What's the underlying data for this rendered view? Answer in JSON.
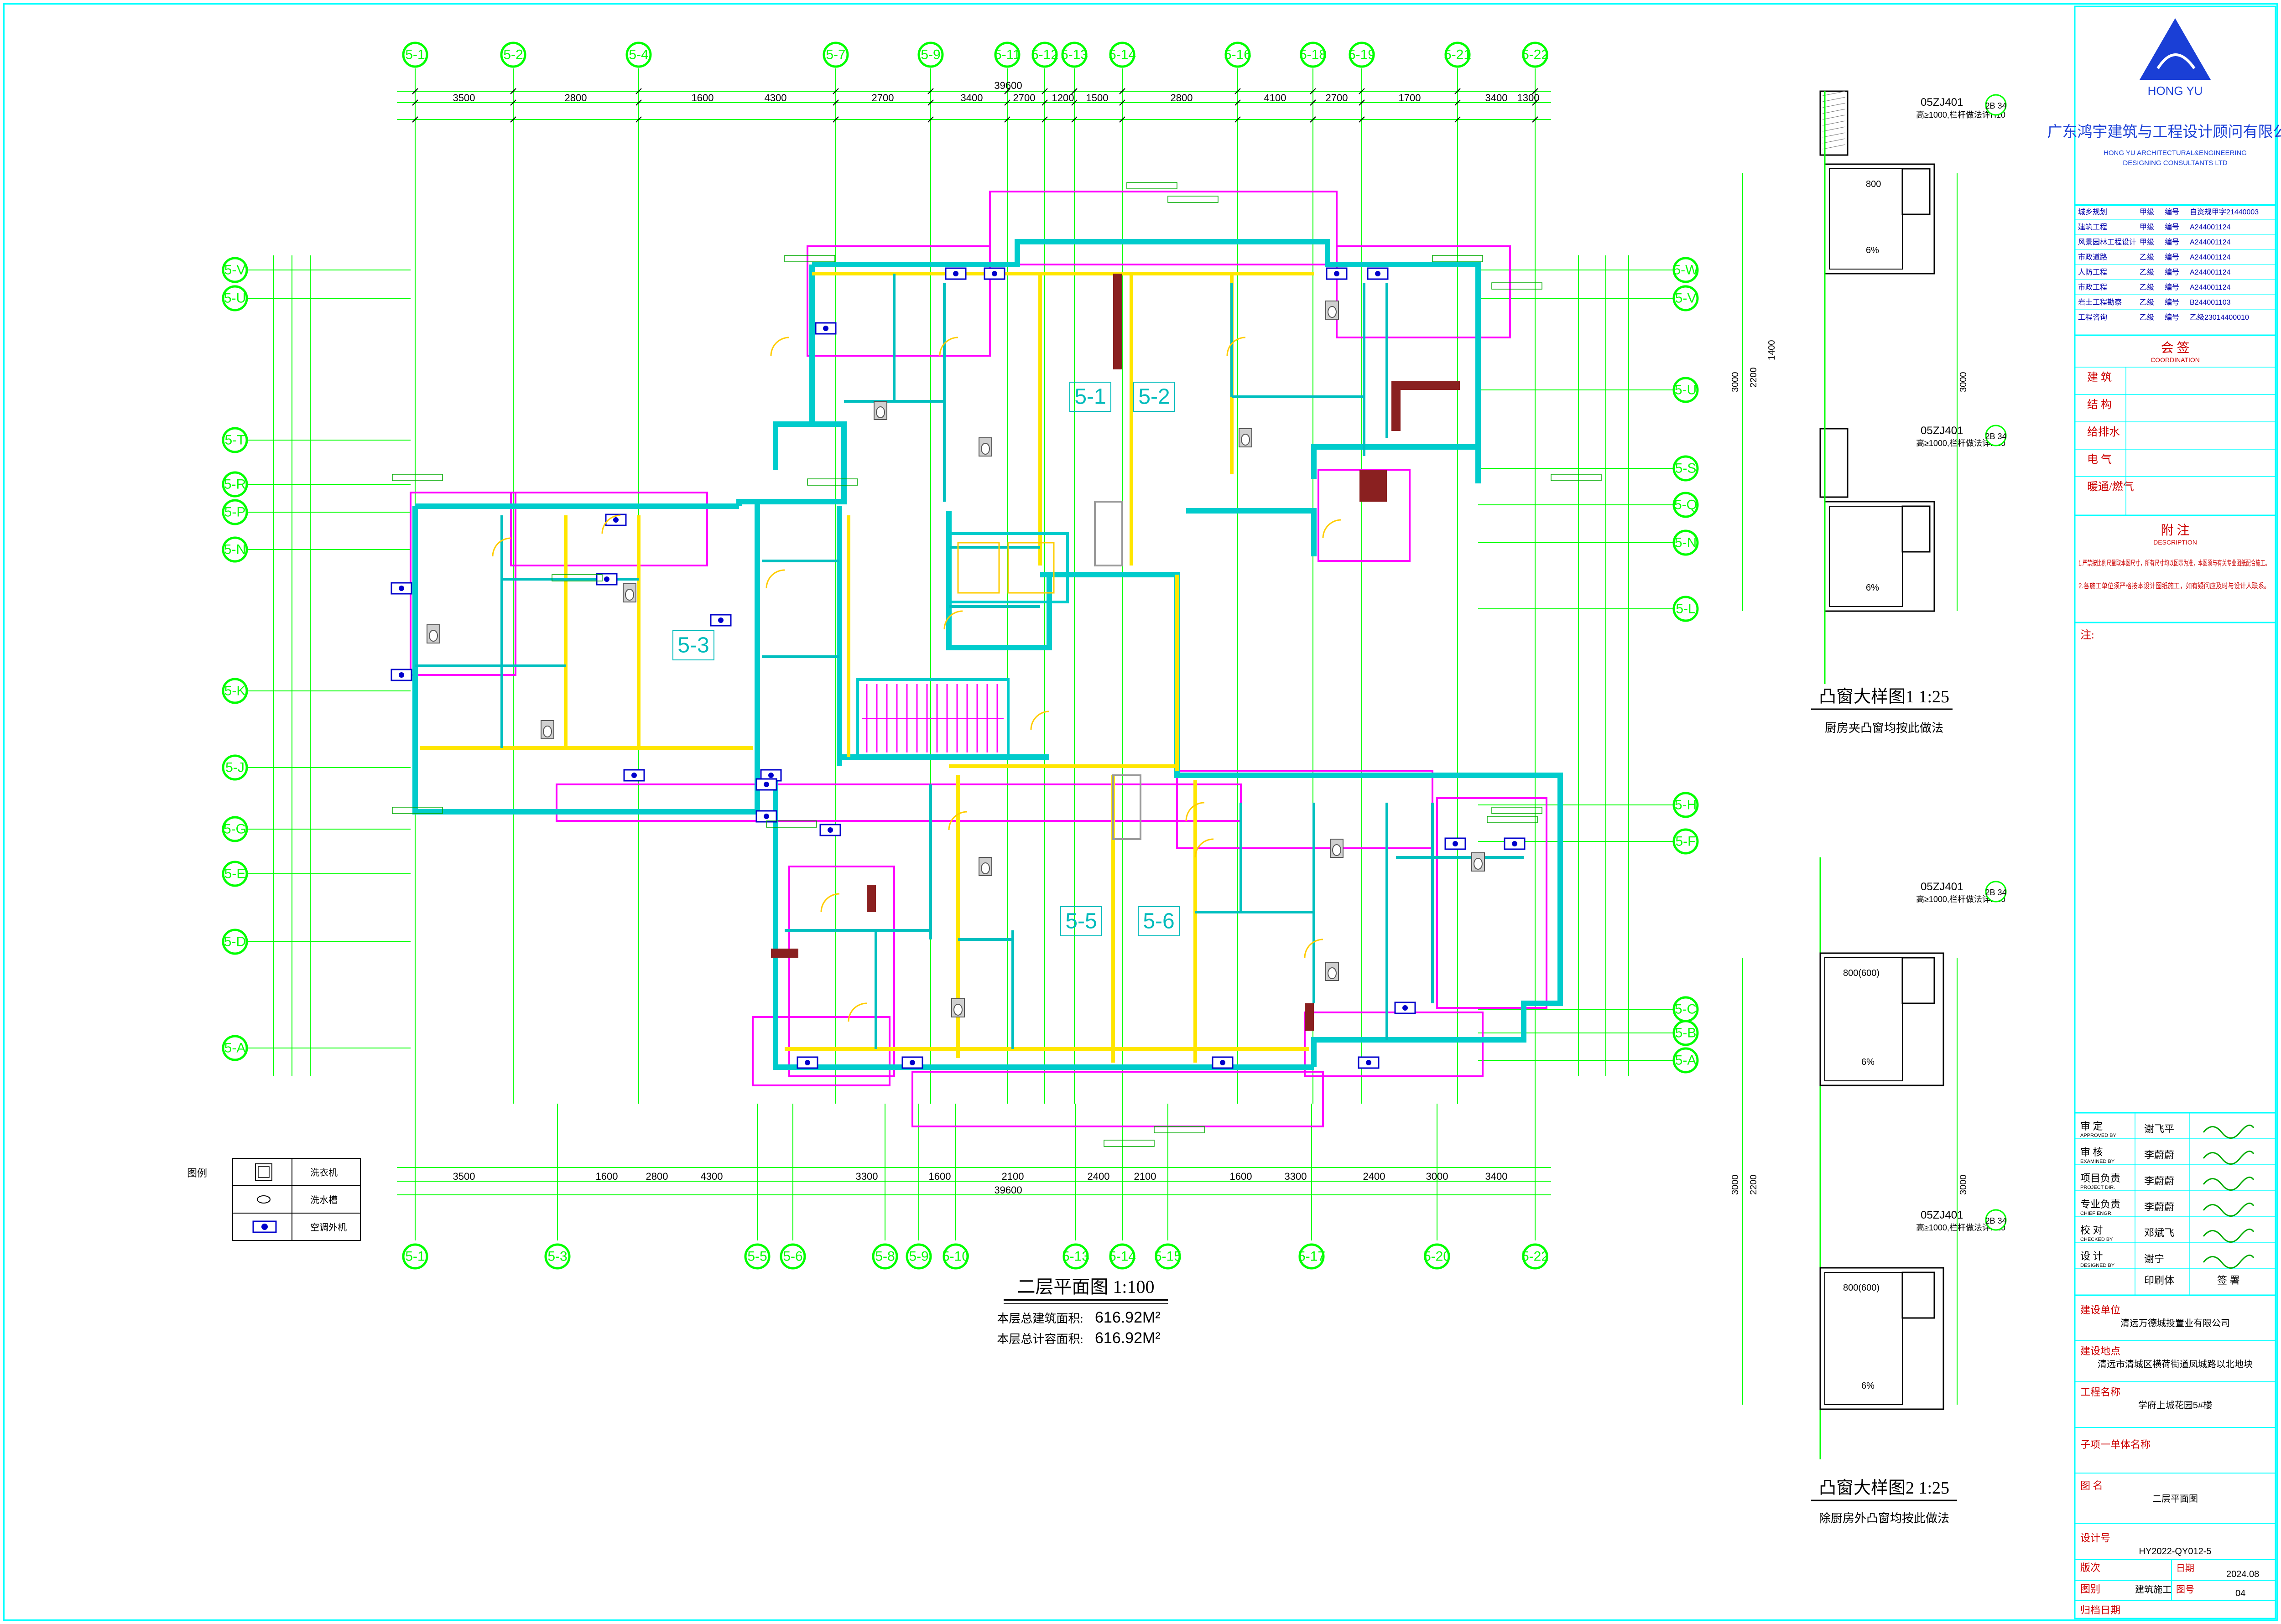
{
  "plan": {
    "title": "二层平面图 1:100",
    "area_build_label": "本层总建筑面积:",
    "area_build_value": "616.92M²",
    "area_net_label": "本层总计容面积:",
    "area_net_value": "616.92M²",
    "axes_top": [
      "5-1",
      "5-2",
      "5-4",
      "5-7",
      "5-9",
      "5-11",
      "5-12",
      "5-13",
      "5-14",
      "5-16",
      "5-18",
      "5-19",
      "5-21",
      "5-22"
    ],
    "axes_bottom": [
      "5-1",
      "5-3",
      "5-5",
      "5-6",
      "5-8",
      "5-9",
      "5-10",
      "5-13",
      "5-14",
      "5-15",
      "5-17",
      "5-20",
      "5-22"
    ],
    "axes_left": [
      "5-V",
      "5-U",
      "5-T",
      "5-R",
      "5-P",
      "5-N",
      "5-K",
      "5-J",
      "5-G",
      "5-E",
      "5-D",
      "5-A"
    ],
    "axes_right": [
      "5-W",
      "5-V",
      "5-U",
      "5-S",
      "5-Q",
      "5-N",
      "5-L",
      "5-H",
      "5-F",
      "5-C",
      "5-B",
      "5-A"
    ],
    "unit_labels": [
      "5-1",
      "5-2",
      "5-3",
      "5-5",
      "5-6"
    ],
    "dims_top_total": "39600",
    "dims_bottom_total": "39600",
    "dims_top": [
      "3500",
      "2800",
      "1600",
      "4300",
      "2700",
      "3400",
      "2700",
      "1200",
      "1500",
      "2800",
      "4100",
      "2700",
      "1700",
      "3400",
      "1300"
    ],
    "dims_bottom": [
      "3500",
      "1600",
      "2800",
      "4300",
      "3300",
      "1600",
      "2100",
      "2400",
      "2100",
      "1600",
      "3300",
      "2400",
      "3000",
      "3400"
    ]
  },
  "legend": {
    "title": "图例",
    "items": [
      "洗衣机",
      "洗水槽",
      "空调外机"
    ]
  },
  "details": [
    {
      "title": "凸窗大样图1 1:25",
      "subtitle": "厨房夹凸窗均按此做法",
      "ref": "05ZJ401",
      "ref_note": "高≥1000,栏杆做法详H10",
      "index": "2B 34",
      "dims": [
        "800",
        "1400",
        "2200",
        "3000"
      ],
      "slope": "6%"
    },
    {
      "title": "凸窗大样图2 1:25",
      "subtitle": "除厨房外凸窗均按此做法",
      "ref": "05ZJ401",
      "ref_note": "高≥1000,栏杆做法详H10",
      "index": "2B 34",
      "dims": [
        "800(600)",
        "2200",
        "3000"
      ],
      "slope": "6%"
    }
  ],
  "title_block": {
    "company_cn": "广东鸿宇建筑与工程设计顾问有限公司",
    "company_en1": "HONG YU ARCHITECTURAL&ENGINEERING",
    "company_en2": "DESIGNING CONSULTANTS LTD",
    "logo_text": "HONG YU",
    "qualifications": [
      [
        "城乡规划",
        "甲级",
        "编号",
        "自资规甲字21440003"
      ],
      [
        "建筑工程",
        "甲级",
        "编号",
        "A244001124"
      ],
      [
        "风景园林工程设计",
        "甲级",
        "编号",
        "A244001124"
      ],
      [
        "市政道路",
        "乙级",
        "编号",
        "A244001124"
      ],
      [
        "人防工程",
        "乙级",
        "编号",
        "A244001124"
      ],
      [
        "市政工程",
        "乙级",
        "编号",
        "A244001124"
      ],
      [
        "岩土工程勘察",
        "乙级",
        "编号",
        "B244001103"
      ],
      [
        "工程咨询",
        "乙级",
        "编号",
        "乙级23014400010"
      ]
    ],
    "countersign_title": "会 签",
    "countersign_sub": "COORDINATION",
    "countersign_items": [
      "建 筑",
      "结 构",
      "给排水",
      "电 气",
      "暖通/燃气"
    ],
    "notes_title": "附 注",
    "notes_sub": "DESCRIPTION",
    "notes": [
      "1.严禁按比例尺量取本图尺寸，所有尺寸均以图示为准，本图须与有关专业图纸配合施工。",
      "2.各施工单位须严格按本设计图纸施工，如有疑问应及时与设计人联系。"
    ],
    "note_label": "注:",
    "sign_rows": [
      [
        "审 定",
        "APPROVED BY",
        "谢飞平"
      ],
      [
        "审 核",
        "EXAMINED BY",
        "李蔚蔚"
      ],
      [
        "项目负责",
        "PROJECT DIR.",
        "李蔚蔚"
      ],
      [
        "专业负责",
        "CHIEF ENGR.",
        "李蔚蔚"
      ],
      [
        "校 对",
        "CHECKED BY",
        "邓斌飞"
      ],
      [
        "设 计",
        "DESIGNED BY",
        "谢宁"
      ]
    ],
    "print_name": "印刷体",
    "signature": "签 署",
    "client_label": "建设单位",
    "client": "清远万德城投置业有限公司",
    "site_label": "建设地点",
    "site": "清远市清城区横荷街道凤城路以北地块",
    "project_label": "工程名称",
    "project": "学府上城花园5#楼",
    "sub_label": "子项一单体名称",
    "drawing_label": "图 名",
    "drawing": "二层平面图",
    "design_no_label": "设计号",
    "design_no": "HY2022-QY012-5",
    "version_label": "版次",
    "date_label": "日期",
    "date": "2024.08",
    "category_label": "图别",
    "category": "建筑施工",
    "sheet_label": "图号",
    "sheet": "04",
    "archive_label": "归档日期"
  },
  "colors": {
    "axis": "#00ff00",
    "wall": "#00cccc",
    "wall_yellow": "#ffee00",
    "outline": "#ff00ff",
    "column": "#ff00ff",
    "door": "#ffcc00",
    "text": "#000000",
    "dim": "#333333",
    "red": "#cc0000",
    "accent": "#0000cc"
  }
}
